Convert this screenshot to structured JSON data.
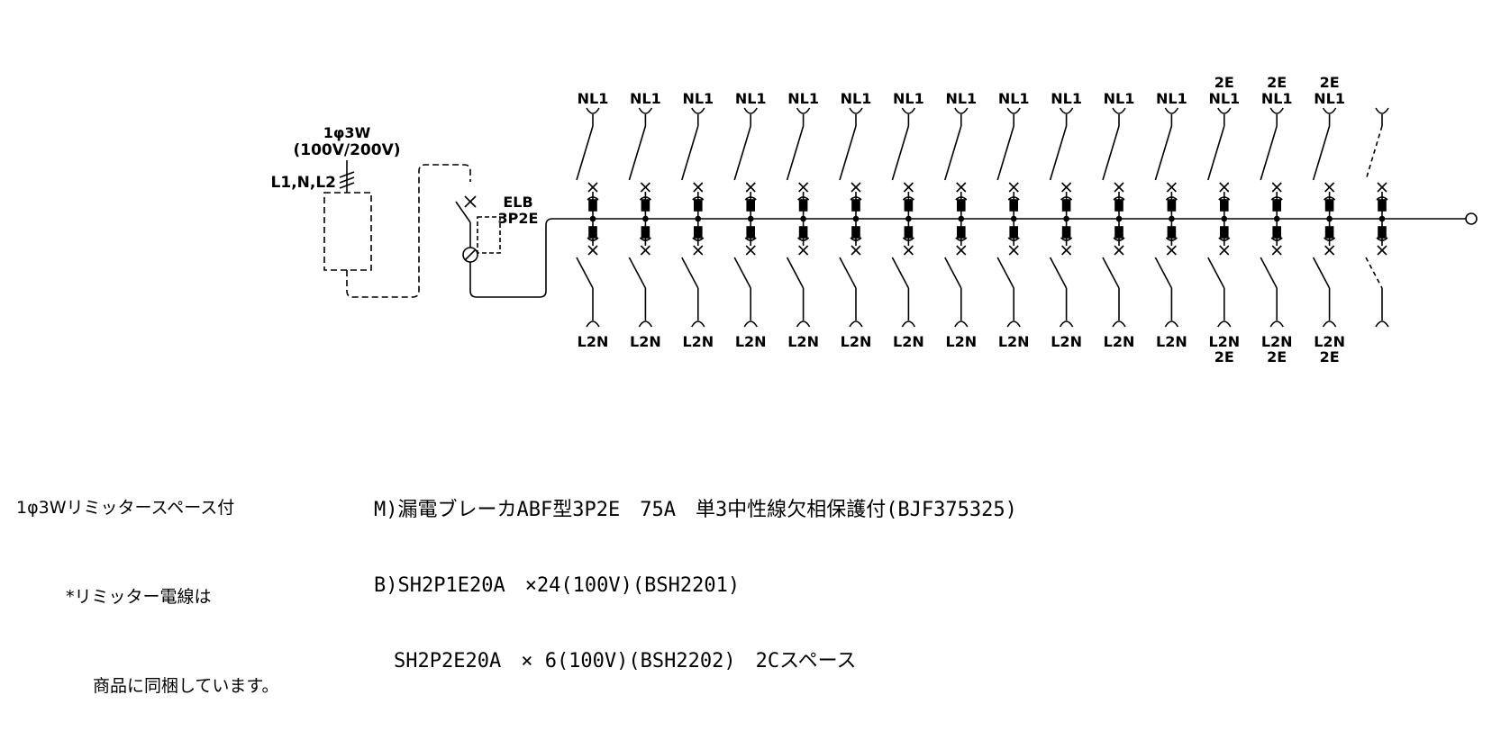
{
  "supply": {
    "phase": "1φ3W",
    "voltage": "(100V/200V)",
    "conductors": "L1,N,L2"
  },
  "main_breaker": {
    "label": "ELB",
    "poles": "3P2E"
  },
  "top_circuits": [
    {
      "label": "NL1",
      "sub": ""
    },
    {
      "label": "NL1",
      "sub": ""
    },
    {
      "label": "NL1",
      "sub": ""
    },
    {
      "label": "NL1",
      "sub": ""
    },
    {
      "label": "NL1",
      "sub": ""
    },
    {
      "label": "NL1",
      "sub": ""
    },
    {
      "label": "NL1",
      "sub": ""
    },
    {
      "label": "NL1",
      "sub": ""
    },
    {
      "label": "NL1",
      "sub": ""
    },
    {
      "label": "NL1",
      "sub": ""
    },
    {
      "label": "NL1",
      "sub": ""
    },
    {
      "label": "NL1",
      "sub": ""
    },
    {
      "label": "NL1",
      "sub": "2E"
    },
    {
      "label": "NL1",
      "sub": "2E"
    },
    {
      "label": "NL1",
      "sub": "2E"
    },
    {
      "label": "",
      "sub": ""
    }
  ],
  "bottom_circuits": [
    {
      "label": "L2N",
      "sub": ""
    },
    {
      "label": "L2N",
      "sub": ""
    },
    {
      "label": "L2N",
      "sub": ""
    },
    {
      "label": "L2N",
      "sub": ""
    },
    {
      "label": "L2N",
      "sub": ""
    },
    {
      "label": "L2N",
      "sub": ""
    },
    {
      "label": "L2N",
      "sub": ""
    },
    {
      "label": "L2N",
      "sub": ""
    },
    {
      "label": "L2N",
      "sub": ""
    },
    {
      "label": "L2N",
      "sub": ""
    },
    {
      "label": "L2N",
      "sub": ""
    },
    {
      "label": "L2N",
      "sub": ""
    },
    {
      "label": "L2N",
      "sub": "2E"
    },
    {
      "label": "L2N",
      "sub": "2E"
    },
    {
      "label": "L2N",
      "sub": "2E"
    },
    {
      "label": "",
      "sub": ""
    }
  ],
  "notes_left": [
    "1φ3Wリミッタースペース付",
    "*リミッター電線は",
    "商品に同梱しています。"
  ],
  "spec_lines": [
    "M)漏電ブレーカABF型3P2E　75A　単3中性線欠相保護付(BJF375325)",
    "B)SH2P1E20A　×24(100V)(BSH2201)",
    "　SH2P2E20A　× 6(100V)(BSH2202)　2Cスペース"
  ]
}
